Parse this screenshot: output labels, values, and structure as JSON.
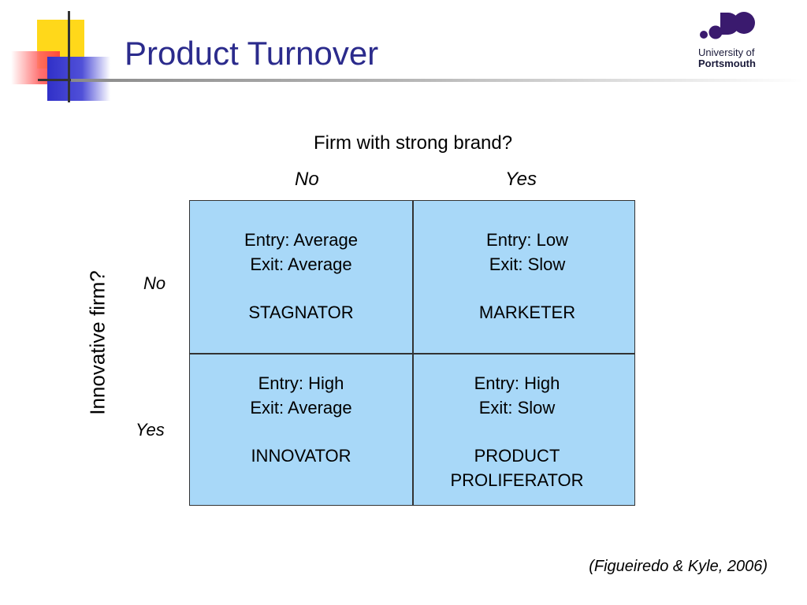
{
  "slide": {
    "title": "Product Turnover",
    "source": "(Figueiredo & Kyle, 2006)"
  },
  "logo": {
    "line1": "University of",
    "line2": "Portsmouth"
  },
  "matrix": {
    "top_question": "Firm with strong brand?",
    "side_question": "Innovative firm?",
    "columns": [
      "No",
      "Yes"
    ],
    "rows": [
      "No",
      "Yes"
    ],
    "cells": [
      {
        "entry": "Entry: Average",
        "exit": "Exit: Average",
        "name1": "STAGNATOR",
        "name2": ""
      },
      {
        "entry": "Entry: Low",
        "exit": "Exit: Slow",
        "name1": "MARKETER",
        "name2": ""
      },
      {
        "entry": "Entry: High",
        "exit": "Exit: Average",
        "name1": "INNOVATOR",
        "name2": ""
      },
      {
        "entry": "Entry: High",
        "exit": "Exit: Slow",
        "name1": "PRODUCT",
        "name2": "PROLIFERATOR"
      }
    ],
    "colors": {
      "cell_fill": "#a8d8f8",
      "title": "#2b2b8c"
    }
  }
}
